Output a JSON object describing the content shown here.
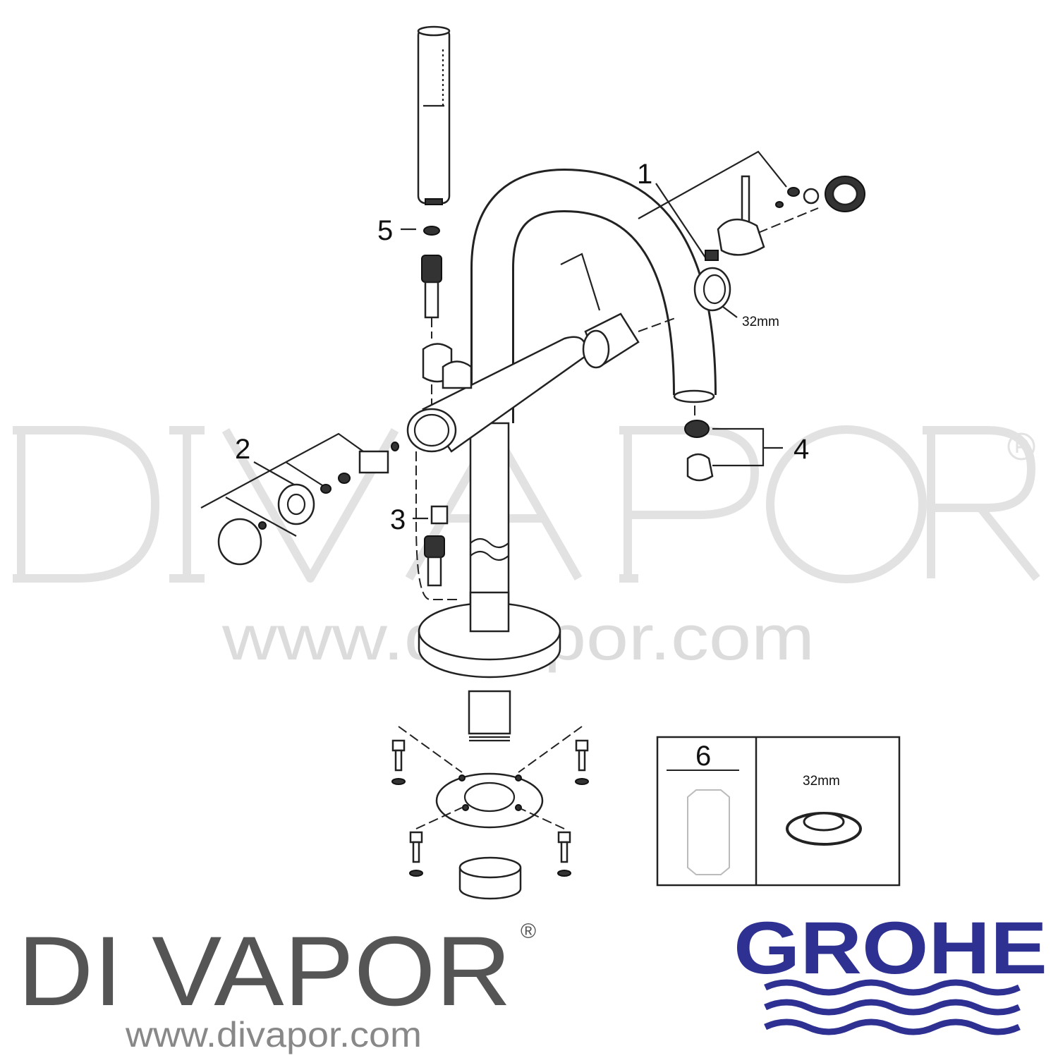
{
  "diagram": {
    "callouts": {
      "c1": "1",
      "c2": "2",
      "c3": "3",
      "c4": "4",
      "c5": "5",
      "c6": "6"
    },
    "dimension_main": "32mm",
    "inset": {
      "part_number": "6",
      "dimension": "32mm"
    }
  },
  "watermark": {
    "name": "DIVAPOR",
    "registered": "®",
    "url": "www.divapor.com"
  },
  "footer": {
    "divapor_logo": "DI VAPOR",
    "registered": "®",
    "divapor_url": "www.divapor.com",
    "grohe_logo": "GROHE",
    "grohe_color": "#2e3192"
  }
}
